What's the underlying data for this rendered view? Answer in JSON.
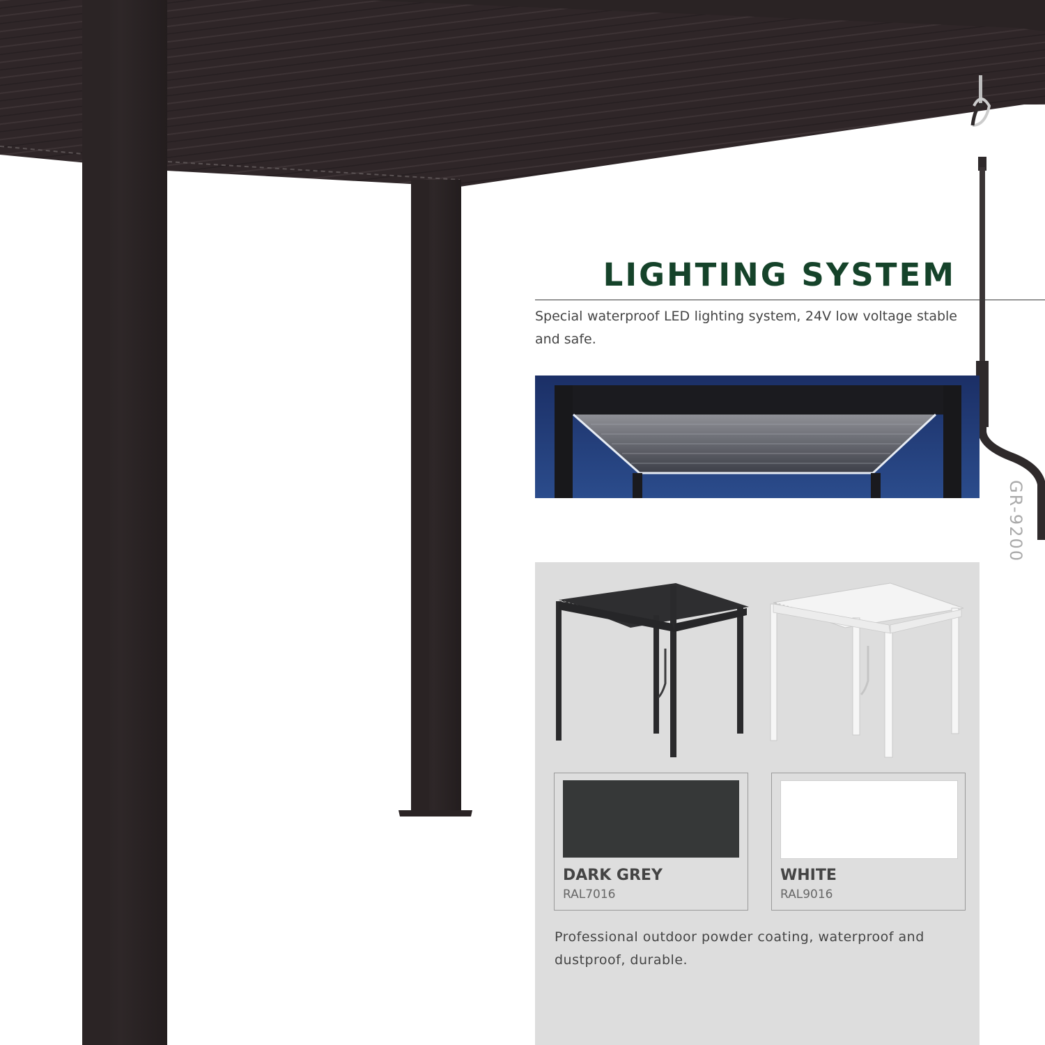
{
  "colors": {
    "frame": "#2b2627",
    "title": "#15432a",
    "panel": "#dddddd",
    "dark_grey_swatch": "#363838",
    "white_swatch": "#ffffff",
    "led_background": "#1d3a78"
  },
  "icons": {
    "hero": "pergola-frame-closeup",
    "crank": "louver-crank-handle",
    "led_photo": "led-lit-pergola-roof",
    "dark_model": "dark-grey-pergola",
    "white_model": "white-pergola"
  },
  "lighting": {
    "title": "LIGHTING SYSTEM",
    "description": "Special waterproof LED lighting system, 24V low voltage stable and safe."
  },
  "model_code": "GR-9200",
  "color_options": [
    {
      "name": "DARK GREY",
      "code": "RAL7016",
      "swatch": "#363838"
    },
    {
      "name": "WHITE",
      "code": "RAL9016",
      "swatch": "#ffffff"
    }
  ],
  "coating": {
    "description": "Professional outdoor powder coating, waterproof and dustproof, durable."
  }
}
